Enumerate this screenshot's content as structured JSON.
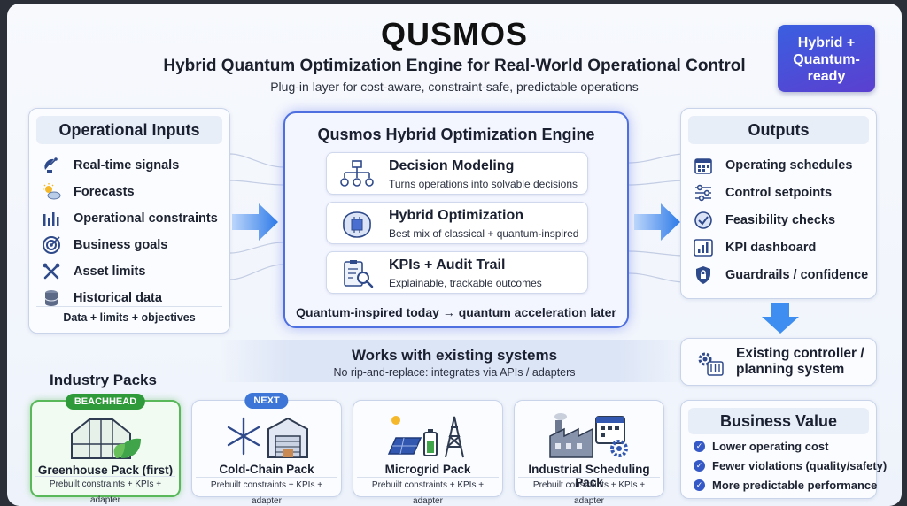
{
  "header": {
    "title": "QUSMOS",
    "subtitle": "Hybrid Quantum Optimization Engine for Real-World Operational Control",
    "tagline": "Plug-in layer for cost-aware, constraint-safe, predictable operations",
    "badge": "Hybrid + Quantum-ready"
  },
  "inputs": {
    "title": "Operational Inputs",
    "items": [
      {
        "label": "Real-time signals",
        "icon": "satellite-dish-icon"
      },
      {
        "label": "Forecasts",
        "icon": "sun-cloud-icon"
      },
      {
        "label": "Operational constraints",
        "icon": "gauge-bars-icon"
      },
      {
        "label": "Business goals",
        "icon": "target-icon"
      },
      {
        "label": "Asset limits",
        "icon": "tools-icon"
      },
      {
        "label": "Historical data",
        "icon": "database-icon"
      }
    ],
    "footer": "Data + limits + objectives"
  },
  "engine": {
    "title": "Qusmos Hybrid Optimization Engine",
    "cards": [
      {
        "title": "Decision Modeling",
        "desc": "Turns operations into solvable decisions",
        "icon": "flowchart-icon"
      },
      {
        "title": "Hybrid Optimization",
        "desc": "Best mix of classical + quantum-inspired",
        "icon": "brain-chip-icon"
      },
      {
        "title": "KPIs + Audit Trail",
        "desc": "Explainable, trackable outcomes",
        "icon": "clipboard-magnifier-icon"
      }
    ],
    "footer": "Quantum-inspired today → quantum acceleration later"
  },
  "outputs": {
    "title": "Outputs",
    "items": [
      {
        "label": "Operating schedules",
        "icon": "calendar-icon"
      },
      {
        "label": "Control setpoints",
        "icon": "sliders-icon"
      },
      {
        "label": "Feasibility checks",
        "icon": "check-circle-icon"
      },
      {
        "label": "KPI dashboard",
        "icon": "bar-chart-icon"
      },
      {
        "label": "Guardrails / confidence",
        "icon": "shield-lock-icon"
      }
    ]
  },
  "integration": {
    "title": "Works with existing systems",
    "subtitle": "No rip-and-replace: integrates via APIs / adapters",
    "controller": "Existing controller / planning system"
  },
  "packs": {
    "title": "Industry Packs",
    "footer": "Prebuilt constraints + KPIs + adapter",
    "items": [
      {
        "name": "Greenhouse Pack (first)",
        "tag": "BEACHHEAD",
        "icon": "greenhouse-icon"
      },
      {
        "name": "Cold-Chain Pack",
        "tag": "NEXT",
        "icon": "snowflake-warehouse-icon"
      },
      {
        "name": "Microgrid Pack",
        "tag": "",
        "icon": "solar-battery-pylon-icon"
      },
      {
        "name": "Industrial Scheduling Pack",
        "tag": "",
        "icon": "factory-calendar-icon"
      }
    ]
  },
  "value": {
    "title": "Business Value",
    "items": [
      "Lower operating cost",
      "Fewer violations (quality/safety)",
      "More predictable performance"
    ]
  },
  "colors": {
    "accent": "#3f62e0",
    "arrow": "#3d8ef0",
    "beachhead": "#2f9a3a",
    "next": "#3d76d6"
  }
}
